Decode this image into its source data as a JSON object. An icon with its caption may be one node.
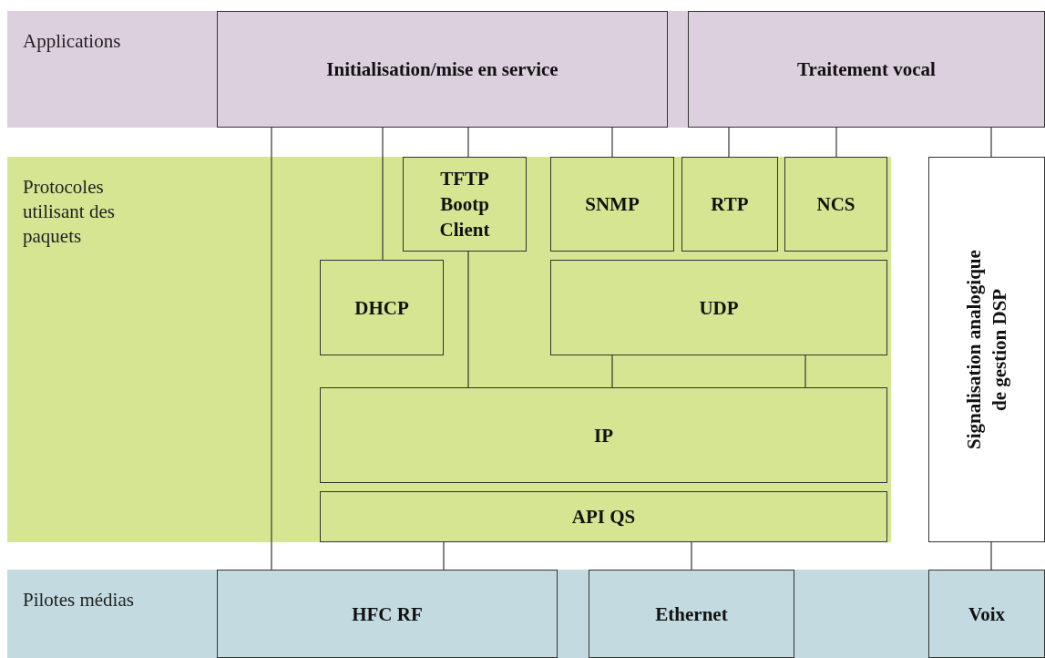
{
  "diagram": {
    "nodes": [
      {
        "text": [
          "Applications"
        ]
      },
      {
        "text": [
          "Initialisation/mise en service"
        ],
        "in": 0
      },
      {
        "text": [
          "Traitement vocal"
        ],
        "in": 0
      },
      {
        "text": [
          "Protocoles utilisant des paquets"
        ]
      },
      {
        "text": [
          "TFTP Bootp Client"
        ],
        "in": 3
      },
      {
        "text": [
          "SNMP"
        ],
        "in": 3
      },
      {
        "text": [
          "RTP"
        ],
        "in": 3
      },
      {
        "text": [
          "NCS"
        ],
        "in": 3
      },
      {
        "text": [
          "DHCP"
        ],
        "in": 3
      },
      {
        "text": [
          "UDP"
        ],
        "in": 3
      },
      {
        "text": [
          "IP"
        ],
        "in": 3
      },
      {
        "text": [
          "API QS"
        ],
        "in": 3
      },
      {
        "text": [
          "Signalisation analogique de gestion DSP"
        ]
      },
      {
        "text": [
          "Pilotes médias"
        ]
      },
      {
        "text": [
          "HFC RF"
        ],
        "in": 13
      },
      {
        "text": [
          "Ethernet"
        ],
        "in": 13
      },
      {
        "text": [
          "Voix"
        ],
        "in": 13
      }
    ],
    "edges": [
      {
        "from": 1,
        "to": 14,
        "arrow": "none"
      },
      {
        "from": 1,
        "to": 8,
        "arrow": "none"
      },
      {
        "from": 1,
        "to": 4,
        "arrow": "none"
      },
      {
        "from": 1,
        "to": 5,
        "arrow": "none"
      },
      {
        "from": 2,
        "to": 6,
        "arrow": "none"
      },
      {
        "from": 2,
        "to": 7,
        "arrow": "none"
      },
      {
        "from": 2,
        "to": 12,
        "arrow": "none"
      },
      {
        "from": 4,
        "to": 10,
        "arrow": "none"
      },
      {
        "from": 9,
        "to": 10,
        "arrow": "none"
      },
      {
        "from": 9,
        "to": 10,
        "arrow": "none"
      },
      {
        "from": 11,
        "to": 14,
        "arrow": "none"
      },
      {
        "from": 11,
        "to": 15,
        "arrow": "none"
      },
      {
        "from": 12,
        "to": 16,
        "arrow": "none"
      }
    ]
  }
}
